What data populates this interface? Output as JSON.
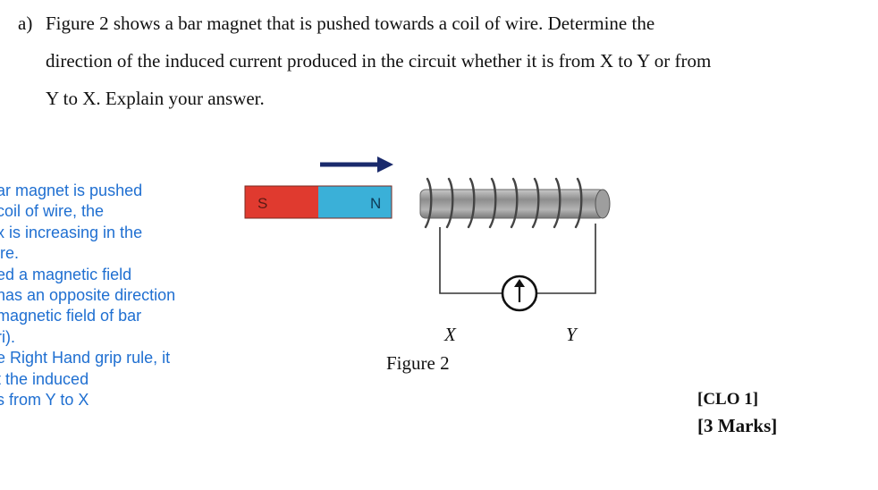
{
  "question": {
    "label": "a)",
    "lines": [
      "Figure 2 shows a bar magnet that is pushed towards a coil of wire. Determine the",
      "direction of the induced current produced in the circuit whether it is from X to Y or from",
      "Y to X. Explain your answer."
    ]
  },
  "answer_note": {
    "lines": [
      "ar magnet is pushed",
      " coil of wire, the",
      "x is increasing in the",
      "ire.",
      "ed a magnetic field",
      "has an opposite direction",
      "magnetic field of bar",
      "ri).",
      "e Right Hand grip rule, it",
      "t the induced",
      "s from Y to X"
    ],
    "color": "#1f6fd1"
  },
  "figure": {
    "magnet_south_label": "S",
    "magnet_north_label": "N",
    "south_color": "#e03a2f",
    "north_color": "#3ab0d8",
    "arrow_color": "#1a2a6c",
    "terminal_x_label": "X",
    "terminal_y_label": "Y",
    "caption": "Figure 2",
    "meter_icon": "galvanometer-icon"
  },
  "marks": {
    "clo": "[CLO 1]",
    "marks": "[3 Marks]"
  }
}
